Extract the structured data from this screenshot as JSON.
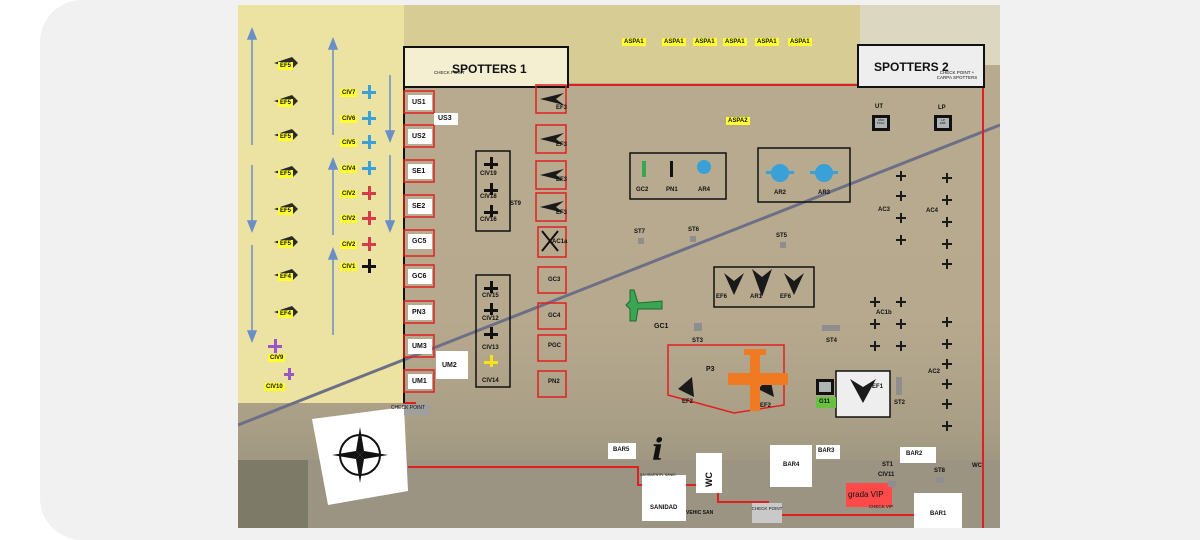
{
  "zones": {
    "spotters1": "SPOTTERS 1",
    "spotters2": "SPOTTERS 2",
    "checkpoint1": "CHECK POINT",
    "checkpoint2": "CHECK POINT +\nCARPA SPOTTERS",
    "checkpoint3": "CHECK POINT",
    "checkpoint4": "CHECK POINT",
    "checkpoint_vip": "CHECK VIP",
    "grada_vip": "grada VIP",
    "sanidad": "SANIDAD",
    "vehic_san": "VEHIC SAN",
    "wc1": "WC",
    "wc2": "WC",
    "info_icon": "i",
    "sanidad_small": "SALIDA/ENTR. SANID."
  },
  "aspa": [
    "ASPA1",
    "ASPA1",
    "ASPA1",
    "ASPA1",
    "ASPA1",
    "ASPA1"
  ],
  "aspa2": "ASPA2",
  "ef5_column": [
    "EF5",
    "EF5",
    "EF5",
    "EF5",
    "EF5",
    "EF5",
    "EF4",
    "EF4"
  ],
  "civ_column": [
    "CIV7",
    "CIV6",
    "CIV5",
    "CIV4",
    "CIV2",
    "CIV2",
    "CIV2",
    "CIV1"
  ],
  "civ_bottom": [
    "CIV9",
    "CIV10"
  ],
  "left_boxes": [
    "US1",
    "US2",
    "SE1",
    "SE2",
    "GC5",
    "GC6",
    "PN3",
    "UM3",
    "UM1"
  ],
  "us3": "US3",
  "um2": "UM2",
  "civ_group1": [
    "CIV19",
    "CIV18",
    "CIV16"
  ],
  "st9": "ST9",
  "civ_group2": [
    "CIV15",
    "CIV12",
    "CIV13",
    "CIV14"
  ],
  "ef3_column": [
    "EF3",
    "EF3",
    "EF3",
    "EF3"
  ],
  "mid_column": [
    "AC1a",
    "GC3",
    "GC4",
    "PGC",
    "PN2"
  ],
  "heli_group": [
    "GC2",
    "PN1",
    "AR4"
  ],
  "ar_group": [
    "AR2",
    "AR3"
  ],
  "stations": {
    "st7": "ST7",
    "st6": "ST6",
    "st5": "ST5",
    "st3": "ST3",
    "st4": "ST4",
    "st2": "ST2",
    "st1": "ST1",
    "st8": "ST8"
  },
  "ef6_group": [
    "EF6",
    "AR1",
    "EF6"
  ],
  "gc1": "GC1",
  "p3": "P3",
  "ef2": [
    "EF2",
    "EF2"
  ],
  "ef1": "EF1",
  "g11": "G11",
  "ut": "UT",
  "lp": "LP",
  "ut_small": "USO\nTRAJ.",
  "lp_small": "LP\nFAB.",
  "ac3": "AC3",
  "ac4": "AC4",
  "ac1b": "AC1b",
  "ac2": "AC2",
  "bars": {
    "bar5": "BAR5",
    "bar4": "BAR4",
    "bar3": "BAR3",
    "bar2": "BAR2",
    "bar1": "BAR1"
  },
  "civ11": "CIV11",
  "compass_title": "compass rose"
}
